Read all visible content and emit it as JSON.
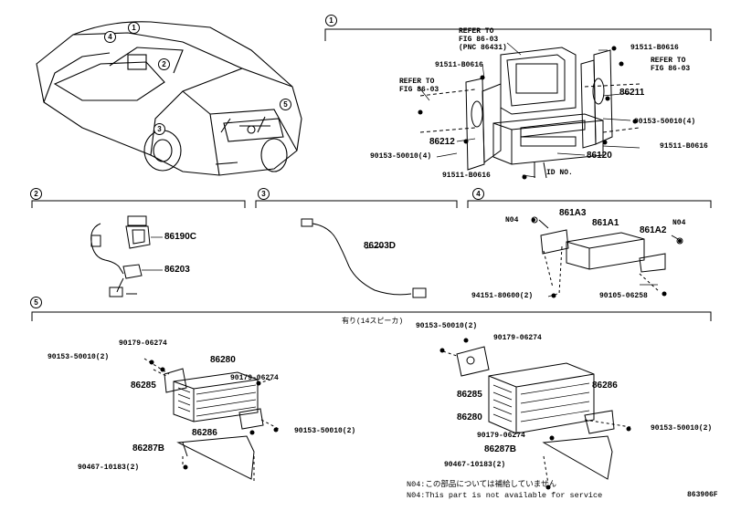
{
  "diagram_id": "863906F",
  "section_markers": [
    "1",
    "2",
    "3",
    "4",
    "5"
  ],
  "car_markers": [
    "1",
    "2",
    "3",
    "4",
    "5"
  ],
  "section1": {
    "refer_a": [
      "REFER TO",
      "FIG 86-03",
      "(PNC 86431)"
    ],
    "refer_b": [
      "REFER TO",
      "FIG 86-03"
    ],
    "refer_c": [
      "REFER TO",
      "FIG 86-03"
    ],
    "bolt_tl": "91511-B0616",
    "bolt_tr": "91511-B0616",
    "bolt_r2": "91511-B0616",
    "bolt_bottom": "91511-B0616",
    "screw_l": "90153-50010(4)",
    "screw_r": "90153-50010(4)",
    "bracket_r": "86211",
    "bracket_l": "86212",
    "unit": "86120",
    "id_no": "ID NO."
  },
  "section2": {
    "switch": "86190C",
    "harness": "86203"
  },
  "section3": {
    "cable": "86203D"
  },
  "section4": {
    "n04_left": "N04",
    "n04_right": "N04",
    "bracket_a3": "861A3",
    "box": "861A1",
    "bracket_a2": "861A2",
    "bolt_left": "94151-80600(2)",
    "bolt_right": "90105-06258"
  },
  "section5": {
    "header": "有り(14スピーカ)",
    "left": {
      "clip": "90179-06274",
      "screw": "90153-50010(2)",
      "amp": "86280",
      "clip2": "90179-06274",
      "bracket": "86285",
      "bracket2": "86286",
      "screw2": "90153-50010(2)",
      "plate": "86287B",
      "screw3": "90467-10183(2)"
    },
    "right": {
      "screw": "90153-50010(2)",
      "clip": "90179-06274",
      "bracket": "86285",
      "amp": "86280",
      "bracket2": "86286",
      "screw2": "90153-50010(2)",
      "clip2": "90179-06274",
      "plate": "86287B",
      "screw3": "90467-10183(2)"
    }
  },
  "notes": [
    "N04:この部品については補給していません",
    "N04:This part is not available for service"
  ]
}
